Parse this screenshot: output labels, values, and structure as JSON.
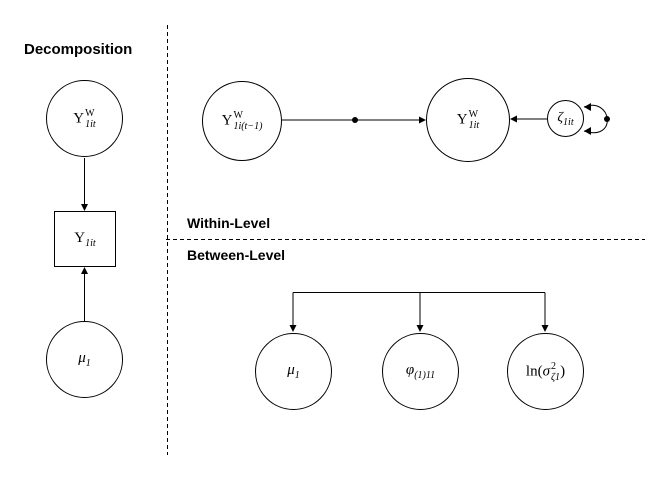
{
  "figure": {
    "titles": {
      "decomposition": "Decomposition",
      "within": "Within-Level",
      "between": "Between-Level"
    },
    "decomposition_panel": {
      "latent_within_component": {
        "segs": [
          {
            "k": "rm",
            "t": "Y"
          },
          {
            "k": "ss",
            "sup": "W",
            "sub": "1it"
          }
        ]
      },
      "observed_variable": {
        "segs": [
          {
            "k": "rm",
            "t": "Y"
          },
          {
            "k": "sub",
            "t": "1it"
          }
        ]
      },
      "latent_mean": {
        "segs": [
          {
            "k": "it",
            "t": "μ"
          },
          {
            "k": "sub",
            "t": "1"
          }
        ]
      }
    },
    "within_panel": {
      "lagged_variable": {
        "segs": [
          {
            "k": "rm",
            "t": "Y"
          },
          {
            "k": "ss",
            "sup": "W",
            "sub": "1i(t−1)"
          }
        ]
      },
      "current_variable": {
        "segs": [
          {
            "k": "rm",
            "t": "Y"
          },
          {
            "k": "ss",
            "sup": "W",
            "sub": "1it"
          }
        ]
      },
      "residual": {
        "segs": [
          {
            "k": "it",
            "t": "ζ"
          },
          {
            "k": "sub",
            "t": "1it"
          }
        ]
      }
    },
    "between_panel": {
      "random_mean": {
        "segs": [
          {
            "k": "it",
            "t": "μ"
          },
          {
            "k": "sub",
            "t": "1"
          }
        ]
      },
      "random_autoregression": {
        "segs": [
          {
            "k": "it",
            "t": "φ"
          },
          {
            "k": "sub",
            "t": "(1)11"
          }
        ]
      },
      "random_log_variance": {
        "segs": [
          {
            "k": "rm",
            "t": "ln("
          },
          {
            "k": "it",
            "t": "σ"
          },
          {
            "k": "ss",
            "sup": "2",
            "sub": "ζ1"
          },
          {
            "k": "rm",
            "t": ")"
          }
        ]
      }
    },
    "colors": {
      "line": "#000000",
      "background": "#ffffff",
      "text": "#000000"
    }
  }
}
